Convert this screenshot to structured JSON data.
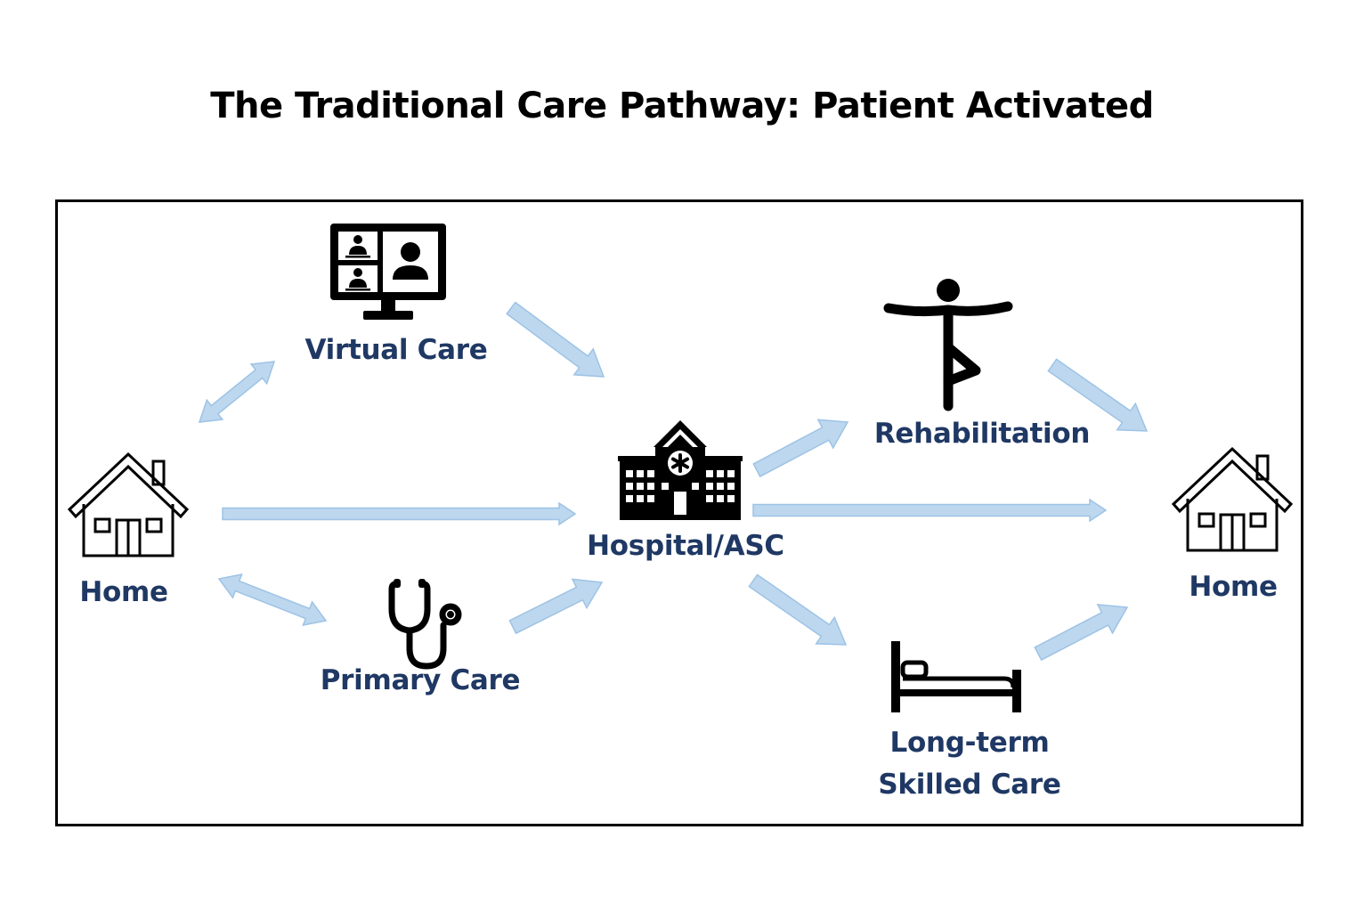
{
  "title": "The Traditional Care Pathway: Patient Activated",
  "colors": {
    "label": "#1f3864",
    "arrow_fill": "#bdd7ee",
    "arrow_stroke": "#9dc3e6",
    "icon": "#000000"
  },
  "nodes": {
    "home_left": {
      "label": "Home",
      "icon": "house-icon"
    },
    "virtual_care": {
      "label": "Virtual Care",
      "icon": "video-conference-monitor-icon"
    },
    "primary_care": {
      "label": "Primary Care",
      "icon": "stethoscope-icon"
    },
    "hospital": {
      "label": "Hospital/ASC",
      "icon": "hospital-building-icon"
    },
    "rehabilitation": {
      "label": "Rehabilitation",
      "icon": "yoga-tree-pose-icon"
    },
    "long_term": {
      "label_line1": "Long-term",
      "label_line2": "Skilled Care",
      "icon": "bed-icon"
    },
    "home_right": {
      "label": "Home",
      "icon": "house-icon"
    }
  },
  "edges": [
    {
      "from": "Home",
      "to": "Virtual Care",
      "direction": "both"
    },
    {
      "from": "Home",
      "to": "Hospital/ASC",
      "direction": "forward"
    },
    {
      "from": "Home",
      "to": "Primary Care",
      "direction": "both"
    },
    {
      "from": "Virtual Care",
      "to": "Hospital/ASC",
      "direction": "forward"
    },
    {
      "from": "Primary Care",
      "to": "Hospital/ASC",
      "direction": "forward"
    },
    {
      "from": "Hospital/ASC",
      "to": "Rehabilitation",
      "direction": "forward"
    },
    {
      "from": "Hospital/ASC",
      "to": "Home",
      "direction": "forward"
    },
    {
      "from": "Hospital/ASC",
      "to": "Long-term Skilled Care",
      "direction": "forward"
    },
    {
      "from": "Rehabilitation",
      "to": "Home",
      "direction": "forward"
    },
    {
      "from": "Long-term Skilled Care",
      "to": "Home",
      "direction": "forward"
    }
  ]
}
